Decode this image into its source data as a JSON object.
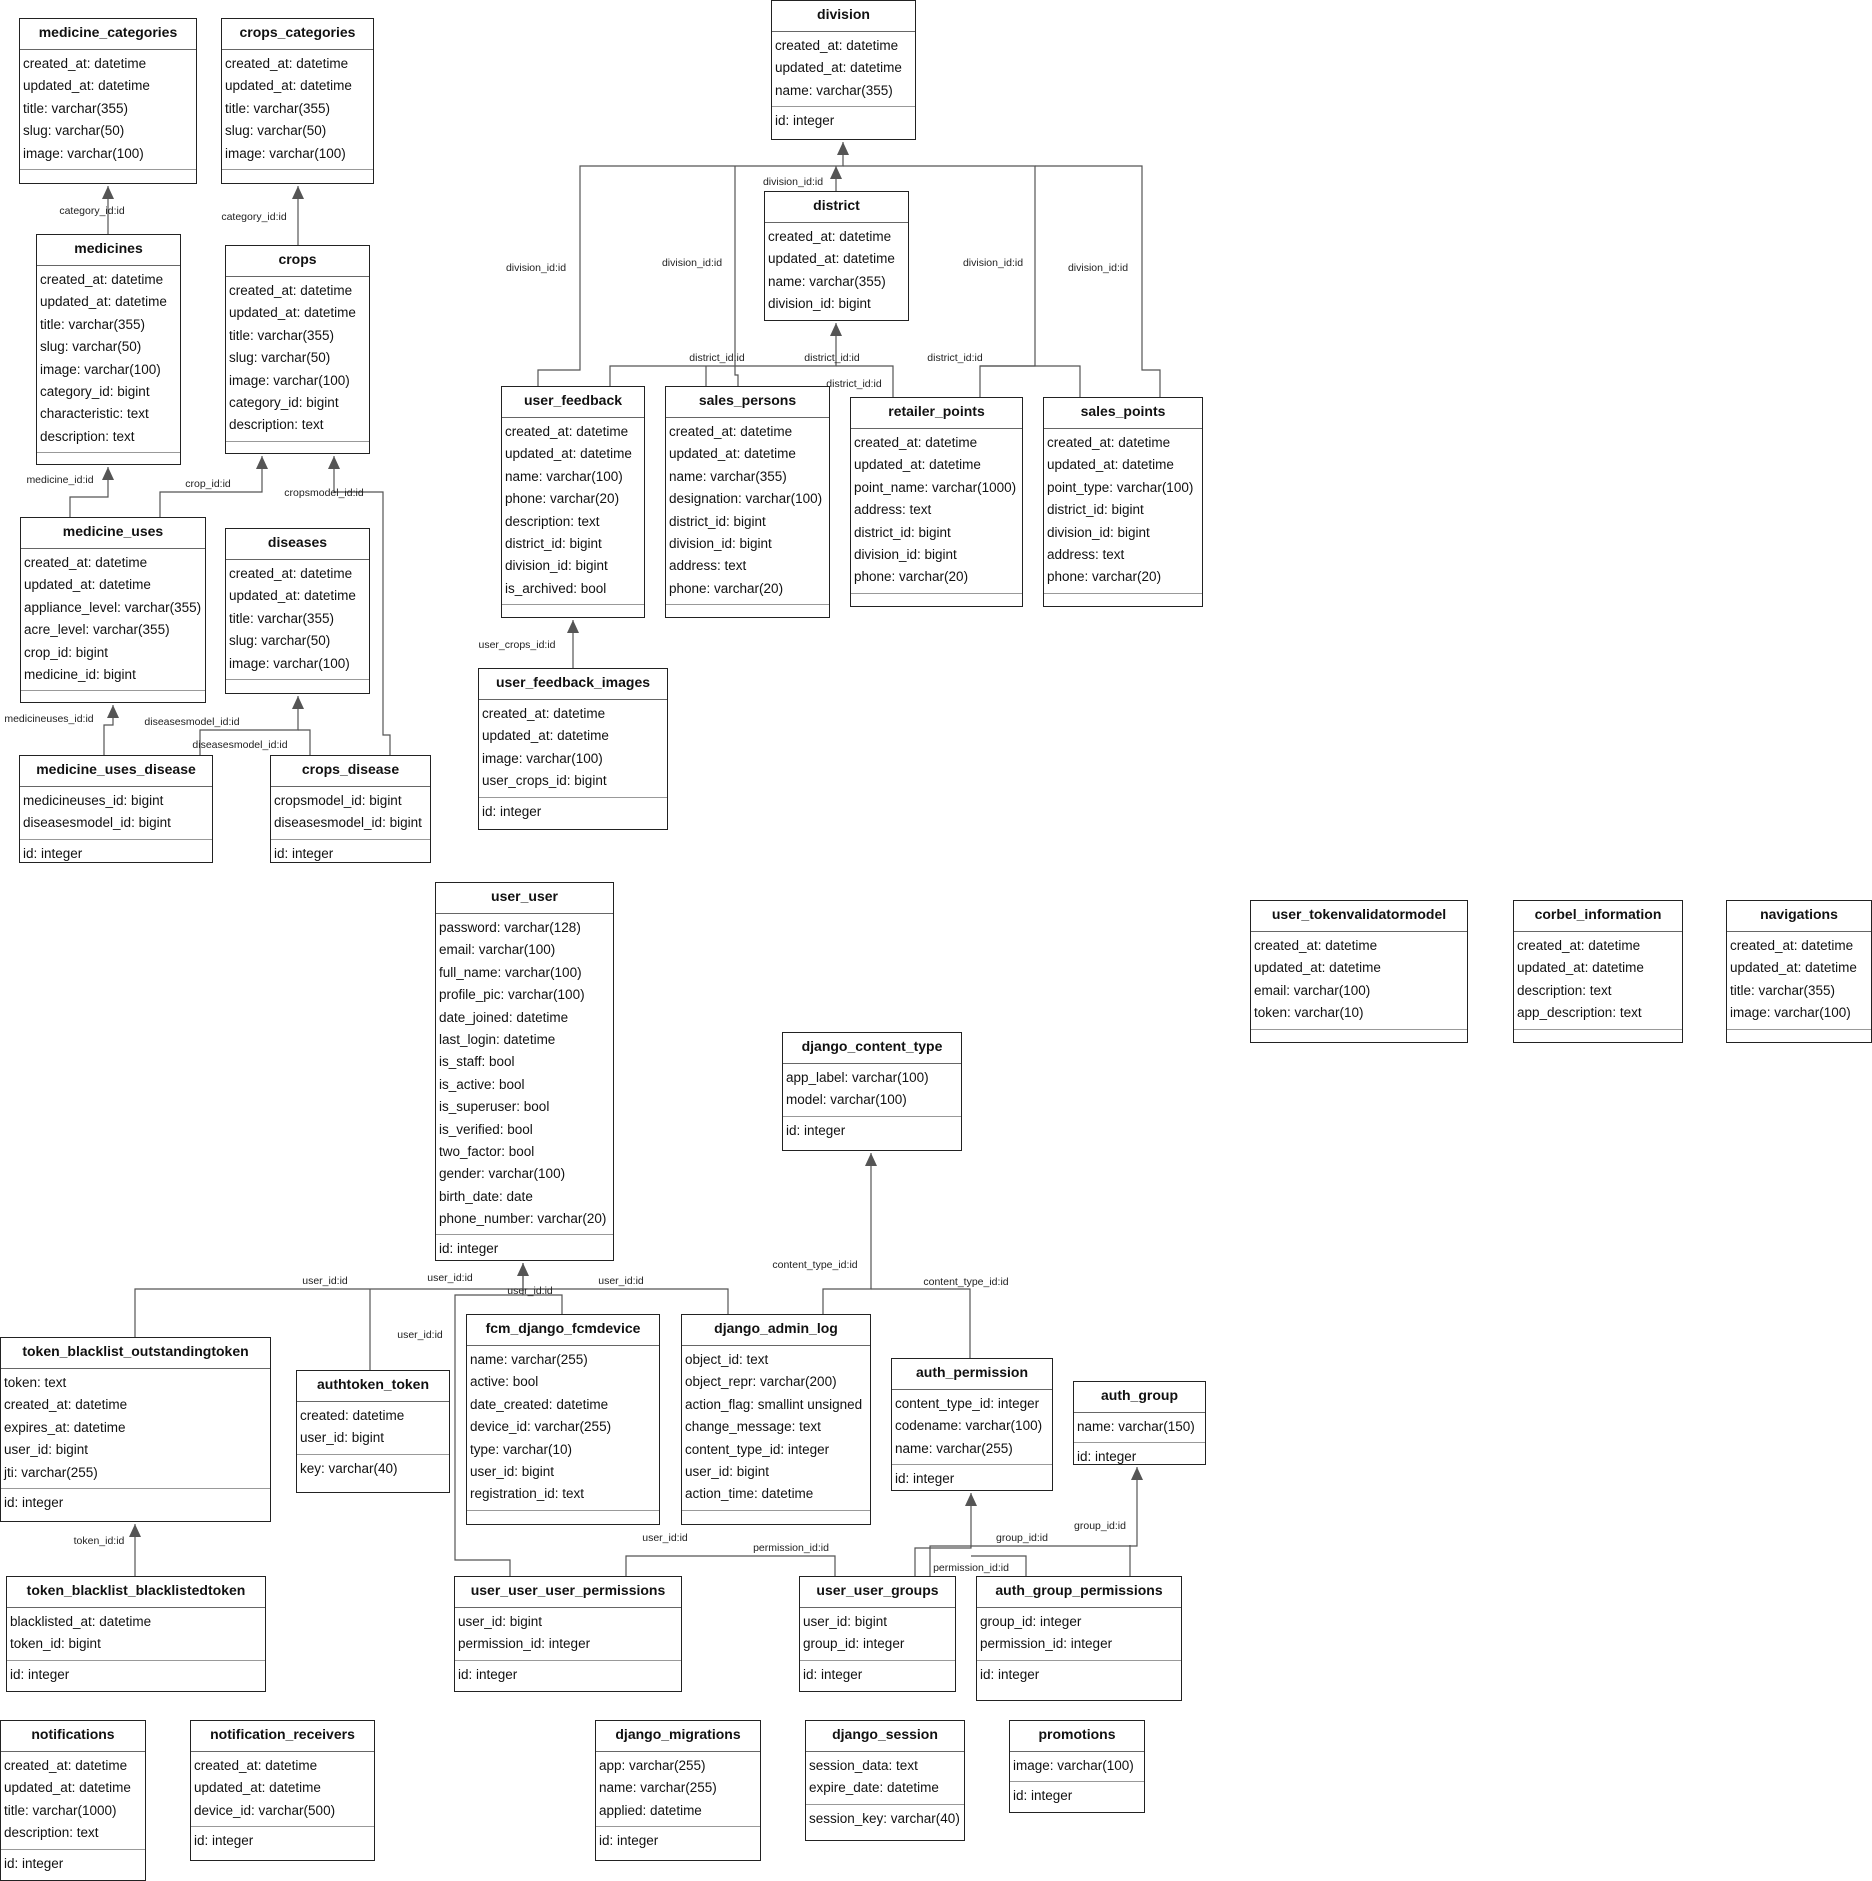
{
  "entities": [
    {
      "id": "medicine_categories",
      "name": "medicine_categories",
      "fields": [
        "created_at: datetime",
        "updated_at: datetime",
        "title: varchar(355)",
        "slug: varchar(50)",
        "image: varchar(100)"
      ],
      "keys": []
    },
    {
      "id": "crops_categories",
      "name": "crops_categories",
      "fields": [
        "created_at: datetime",
        "updated_at: datetime",
        "title: varchar(355)",
        "slug: varchar(50)",
        "image: varchar(100)"
      ],
      "keys": []
    },
    {
      "id": "medicines",
      "name": "medicines",
      "fields": [
        "created_at: datetime",
        "updated_at: datetime",
        "title: varchar(355)",
        "slug: varchar(50)",
        "image: varchar(100)",
        "category_id: bigint",
        "characteristic: text",
        "description: text"
      ],
      "keys": []
    },
    {
      "id": "crops",
      "name": "crops",
      "fields": [
        "created_at: datetime",
        "updated_at: datetime",
        "title: varchar(355)",
        "slug: varchar(50)",
        "image: varchar(100)",
        "category_id: bigint",
        "description: text"
      ],
      "keys": []
    },
    {
      "id": "medicine_uses",
      "name": "medicine_uses",
      "fields": [
        "created_at: datetime",
        "updated_at: datetime",
        "appliance_level: varchar(355)",
        "acre_level: varchar(355)",
        "crop_id: bigint",
        "medicine_id: bigint"
      ],
      "keys": []
    },
    {
      "id": "diseases",
      "name": "diseases",
      "fields": [
        "created_at: datetime",
        "updated_at: datetime",
        "title: varchar(355)",
        "slug: varchar(50)",
        "image: varchar(100)"
      ],
      "keys": []
    },
    {
      "id": "medicine_uses_disease",
      "name": "medicine_uses_disease",
      "fields": [
        "medicineuses_id: bigint",
        "diseasesmodel_id: bigint"
      ],
      "keys": [
        "id: integer"
      ]
    },
    {
      "id": "crops_disease",
      "name": "crops_disease",
      "fields": [
        "cropsmodel_id: bigint",
        "diseasesmodel_id: bigint"
      ],
      "keys": [
        "id: integer"
      ]
    },
    {
      "id": "division",
      "name": "division",
      "fields": [
        "created_at: datetime",
        "updated_at: datetime",
        "name: varchar(355)"
      ],
      "keys": [
        "id: integer"
      ]
    },
    {
      "id": "district",
      "name": "district",
      "fields": [
        "created_at: datetime",
        "updated_at: datetime",
        "name: varchar(355)",
        "division_id: bigint"
      ],
      "keys": []
    },
    {
      "id": "user_feedback",
      "name": "user_feedback",
      "fields": [
        "created_at: datetime",
        "updated_at: datetime",
        "name: varchar(100)",
        "phone: varchar(20)",
        "description: text",
        "district_id: bigint",
        "division_id: bigint",
        "is_archived: bool"
      ],
      "keys": []
    },
    {
      "id": "sales_persons",
      "name": "sales_persons",
      "fields": [
        "created_at: datetime",
        "updated_at: datetime",
        "name: varchar(355)",
        "designation: varchar(100)",
        "district_id: bigint",
        "division_id: bigint",
        "address: text",
        "phone: varchar(20)"
      ],
      "keys": []
    },
    {
      "id": "retailer_points",
      "name": "retailer_points",
      "fields": [
        "created_at: datetime",
        "updated_at: datetime",
        "point_name: varchar(1000)",
        "address: text",
        "district_id: bigint",
        "division_id: bigint",
        "phone: varchar(20)"
      ],
      "keys": []
    },
    {
      "id": "sales_points",
      "name": "sales_points",
      "fields": [
        "created_at: datetime",
        "updated_at: datetime",
        "point_type: varchar(100)",
        "district_id: bigint",
        "division_id: bigint",
        "address: text",
        "phone: varchar(20)"
      ],
      "keys": []
    },
    {
      "id": "user_feedback_images",
      "name": "user_feedback_images",
      "fields": [
        "created_at: datetime",
        "updated_at: datetime",
        "image: varchar(100)",
        "user_crops_id: bigint"
      ],
      "keys": [
        "id: integer"
      ]
    },
    {
      "id": "user_user",
      "name": "user_user",
      "fields": [
        "password: varchar(128)",
        "email: varchar(100)",
        "full_name: varchar(100)",
        "profile_pic: varchar(100)",
        "date_joined: datetime",
        "last_login: datetime",
        "is_staff: bool",
        "is_active: bool",
        "is_superuser: bool",
        "is_verified: bool",
        "two_factor: bool",
        "gender: varchar(100)",
        "birth_date: date",
        "phone_number: varchar(20)"
      ],
      "keys": [
        "id: integer"
      ]
    },
    {
      "id": "user_tokenvalidatormodel",
      "name": "user_tokenvalidatormodel",
      "fields": [
        "created_at: datetime",
        "updated_at: datetime",
        "email: varchar(100)",
        "token: varchar(10)"
      ],
      "keys": []
    },
    {
      "id": "corbel_information",
      "name": "corbel_information",
      "fields": [
        "created_at: datetime",
        "updated_at: datetime",
        "description: text",
        "app_description: text"
      ],
      "keys": []
    },
    {
      "id": "navigations",
      "name": "navigations",
      "fields": [
        "created_at: datetime",
        "updated_at: datetime",
        "title: varchar(355)",
        "image: varchar(100)"
      ],
      "keys": []
    },
    {
      "id": "django_content_type",
      "name": "django_content_type",
      "fields": [
        "app_label: varchar(100)",
        "model: varchar(100)"
      ],
      "keys": [
        "id: integer"
      ]
    },
    {
      "id": "token_blacklist_outstandingtoken",
      "name": "token_blacklist_outstandingtoken",
      "fields": [
        "token: text",
        "created_at: datetime",
        "expires_at: datetime",
        "user_id: bigint",
        "jti: varchar(255)"
      ],
      "keys": [
        "id: integer"
      ]
    },
    {
      "id": "authtoken_token",
      "name": "authtoken_token",
      "fields": [
        "created: datetime",
        "user_id: bigint"
      ],
      "keys": [
        "key: varchar(40)"
      ]
    },
    {
      "id": "fcm_django_fcmdevice",
      "name": "fcm_django_fcmdevice",
      "fields": [
        "name: varchar(255)",
        "active: bool",
        "date_created: datetime",
        "device_id: varchar(255)",
        "type: varchar(10)",
        "user_id: bigint",
        "registration_id: text"
      ],
      "keys": []
    },
    {
      "id": "django_admin_log",
      "name": "django_admin_log",
      "fields": [
        "object_id: text",
        "object_repr: varchar(200)",
        "action_flag: smallint unsigned",
        "change_message: text",
        "content_type_id: integer",
        "user_id: bigint",
        "action_time: datetime"
      ],
      "keys": []
    },
    {
      "id": "auth_permission",
      "name": "auth_permission",
      "fields": [
        "content_type_id: integer",
        "codename: varchar(100)",
        "name: varchar(255)"
      ],
      "keys": [
        "id: integer"
      ]
    },
    {
      "id": "auth_group",
      "name": "auth_group",
      "fields": [
        "name: varchar(150)"
      ],
      "keys": [
        "id: integer"
      ]
    },
    {
      "id": "token_blacklist_blacklistedtoken",
      "name": "token_blacklist_blacklistedtoken",
      "fields": [
        "blacklisted_at: datetime",
        "token_id: bigint"
      ],
      "keys": [
        "id: integer"
      ]
    },
    {
      "id": "user_user_user_permissions",
      "name": "user_user_user_permissions",
      "fields": [
        "user_id: bigint",
        "permission_id: integer"
      ],
      "keys": [
        "id: integer"
      ]
    },
    {
      "id": "user_user_groups",
      "name": "user_user_groups",
      "fields": [
        "user_id: bigint",
        "group_id: integer"
      ],
      "keys": [
        "id: integer"
      ]
    },
    {
      "id": "auth_group_permissions",
      "name": "auth_group_permissions",
      "fields": [
        "group_id: integer",
        "permission_id: integer"
      ],
      "keys": [
        "id: integer"
      ]
    },
    {
      "id": "notifications",
      "name": "notifications",
      "fields": [
        "created_at: datetime",
        "updated_at: datetime",
        "title: varchar(1000)",
        "description: text"
      ],
      "keys": [
        "id: integer"
      ]
    },
    {
      "id": "notification_receivers",
      "name": "notification_receivers",
      "fields": [
        "created_at: datetime",
        "updated_at: datetime",
        "device_id: varchar(500)"
      ],
      "keys": [
        "id: integer"
      ]
    },
    {
      "id": "django_migrations",
      "name": "django_migrations",
      "fields": [
        "app: varchar(255)",
        "name: varchar(255)",
        "applied: datetime"
      ],
      "keys": [
        "id: integer"
      ]
    },
    {
      "id": "django_session",
      "name": "django_session",
      "fields": [
        "session_data: text",
        "expire_date: datetime"
      ],
      "keys": [
        "session_key: varchar(40)"
      ]
    },
    {
      "id": "promotions",
      "name": "promotions",
      "fields": [
        "image: varchar(100)"
      ],
      "keys": [
        "id: integer"
      ]
    }
  ],
  "relations": [
    {
      "id": "r1",
      "label": "category_id:id"
    },
    {
      "id": "r2",
      "label": "category_id:id"
    },
    {
      "id": "r3",
      "label": "medicine_id:id"
    },
    {
      "id": "r4",
      "label": "crop_id:id"
    },
    {
      "id": "r5",
      "label": "cropsmodel_id:id"
    },
    {
      "id": "r6",
      "label": "medicineuses_id:id"
    },
    {
      "id": "r7",
      "label": "diseasesmodel_id:id"
    },
    {
      "id": "r8",
      "label": "diseasesmodel_id:id"
    },
    {
      "id": "r9",
      "label": "division_id:id"
    },
    {
      "id": "r10",
      "label": "division_id:id"
    },
    {
      "id": "r11",
      "label": "division_id:id"
    },
    {
      "id": "r12",
      "label": "division_id:id"
    },
    {
      "id": "r13",
      "label": "division_id:id"
    },
    {
      "id": "r14",
      "label": "district_id:id"
    },
    {
      "id": "r15",
      "label": "district_id:id"
    },
    {
      "id": "r16",
      "label": "district_id:id"
    },
    {
      "id": "r17",
      "label": "district_id:id"
    },
    {
      "id": "r18",
      "label": "user_crops_id:id"
    },
    {
      "id": "r19",
      "label": "content_type_id:id"
    },
    {
      "id": "r20",
      "label": "content_type_id:id"
    },
    {
      "id": "r21",
      "label": "user_id:id"
    },
    {
      "id": "r22",
      "label": "user_id:id"
    },
    {
      "id": "r23",
      "label": "user_id:id"
    },
    {
      "id": "r24",
      "label": "user_id:id"
    },
    {
      "id": "r25",
      "label": "user_id:id"
    },
    {
      "id": "r26",
      "label": "user_id:id"
    },
    {
      "id": "r27",
      "label": "token_id:id"
    },
    {
      "id": "r28",
      "label": "permission_id:id"
    },
    {
      "id": "r29",
      "label": "permission_id:id"
    },
    {
      "id": "r30",
      "label": "group_id:id"
    },
    {
      "id": "r31",
      "label": "group_id:id"
    }
  ]
}
